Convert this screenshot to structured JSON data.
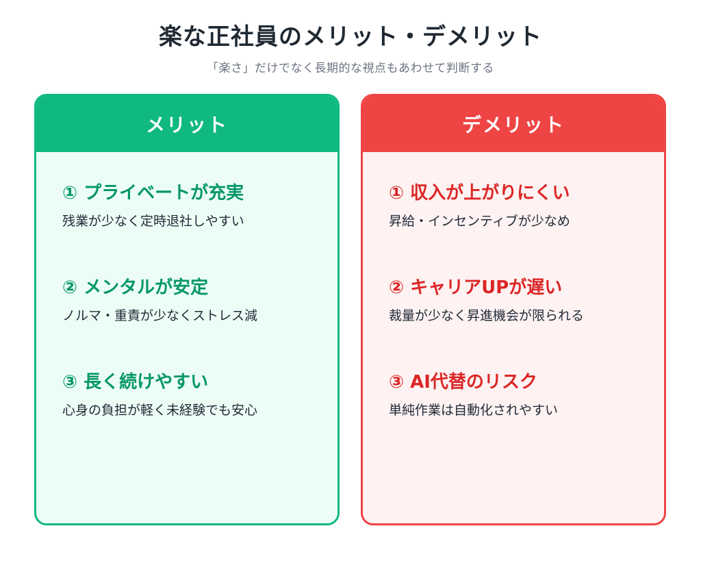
{
  "header": {
    "title": "楽な正社員のメリット・デメリット",
    "subtitle": "「楽さ」だけでなく長期的な視点もあわせて判断する"
  },
  "merit": {
    "heading": "メリット",
    "color": "#10b981",
    "items": [
      {
        "title": "① プライベートが充実",
        "desc": "残業が少なく定時退社しやすい"
      },
      {
        "title": "② メンタルが安定",
        "desc": "ノルマ・重責が少なくストレス減"
      },
      {
        "title": "③ 長く続けやすい",
        "desc": "心身の負担が軽く未経験でも安心"
      }
    ]
  },
  "demerit": {
    "heading": "デメリット",
    "color": "#ef4444",
    "items": [
      {
        "title": "① 収入が上がりにくい",
        "desc": "昇給・インセンティブが少なめ"
      },
      {
        "title": "② キャリアUPが遅い",
        "desc": "裁量が少なく昇進機会が限られる"
      },
      {
        "title": "③ AI代替のリスク",
        "desc": "単純作業は自動化されやすい"
      }
    ]
  }
}
